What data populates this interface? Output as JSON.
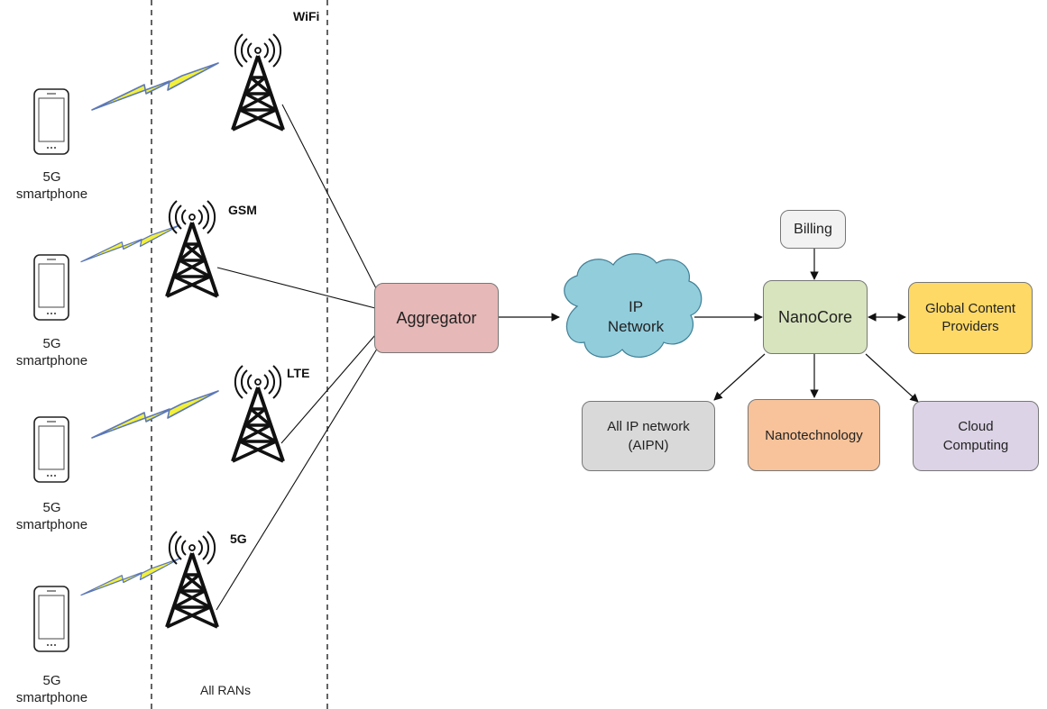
{
  "devices": [
    {
      "label_line1": "5G",
      "label_line2": "smartphone"
    },
    {
      "label_line1": "5G",
      "label_line2": "smartphone"
    },
    {
      "label_line1": "5G",
      "label_line2": "smartphone"
    },
    {
      "label_line1": "5G",
      "label_line2": "smartphone"
    }
  ],
  "towers": [
    {
      "label": "WiFi"
    },
    {
      "label": "GSM"
    },
    {
      "label": "LTE"
    },
    {
      "label": "5G"
    }
  ],
  "ran_region_label": "All RANs",
  "nodes": {
    "aggregator": "Aggregator",
    "ip_network": "IP\nNetwork",
    "billing": "Billing",
    "nanocore": "NanoCore",
    "global_content": "Global Content\nProviders",
    "aipn": "All IP network\n(AIPN)",
    "nanotech": "Nanotechnology",
    "cloud": "Cloud\nComputing"
  },
  "colors": {
    "aggregator": "#e6b8b7",
    "cloud": "#92cddc",
    "billing": "#f2f2f2",
    "nanocore": "#d7e4bd",
    "global_content": "#ffd966",
    "aipn": "#d9d9d9",
    "nanotech": "#f8c39a",
    "cloud_computing": "#dcd3e6",
    "lightning_fill": "#f3f03a",
    "lightning_stroke": "#5b78b8"
  }
}
